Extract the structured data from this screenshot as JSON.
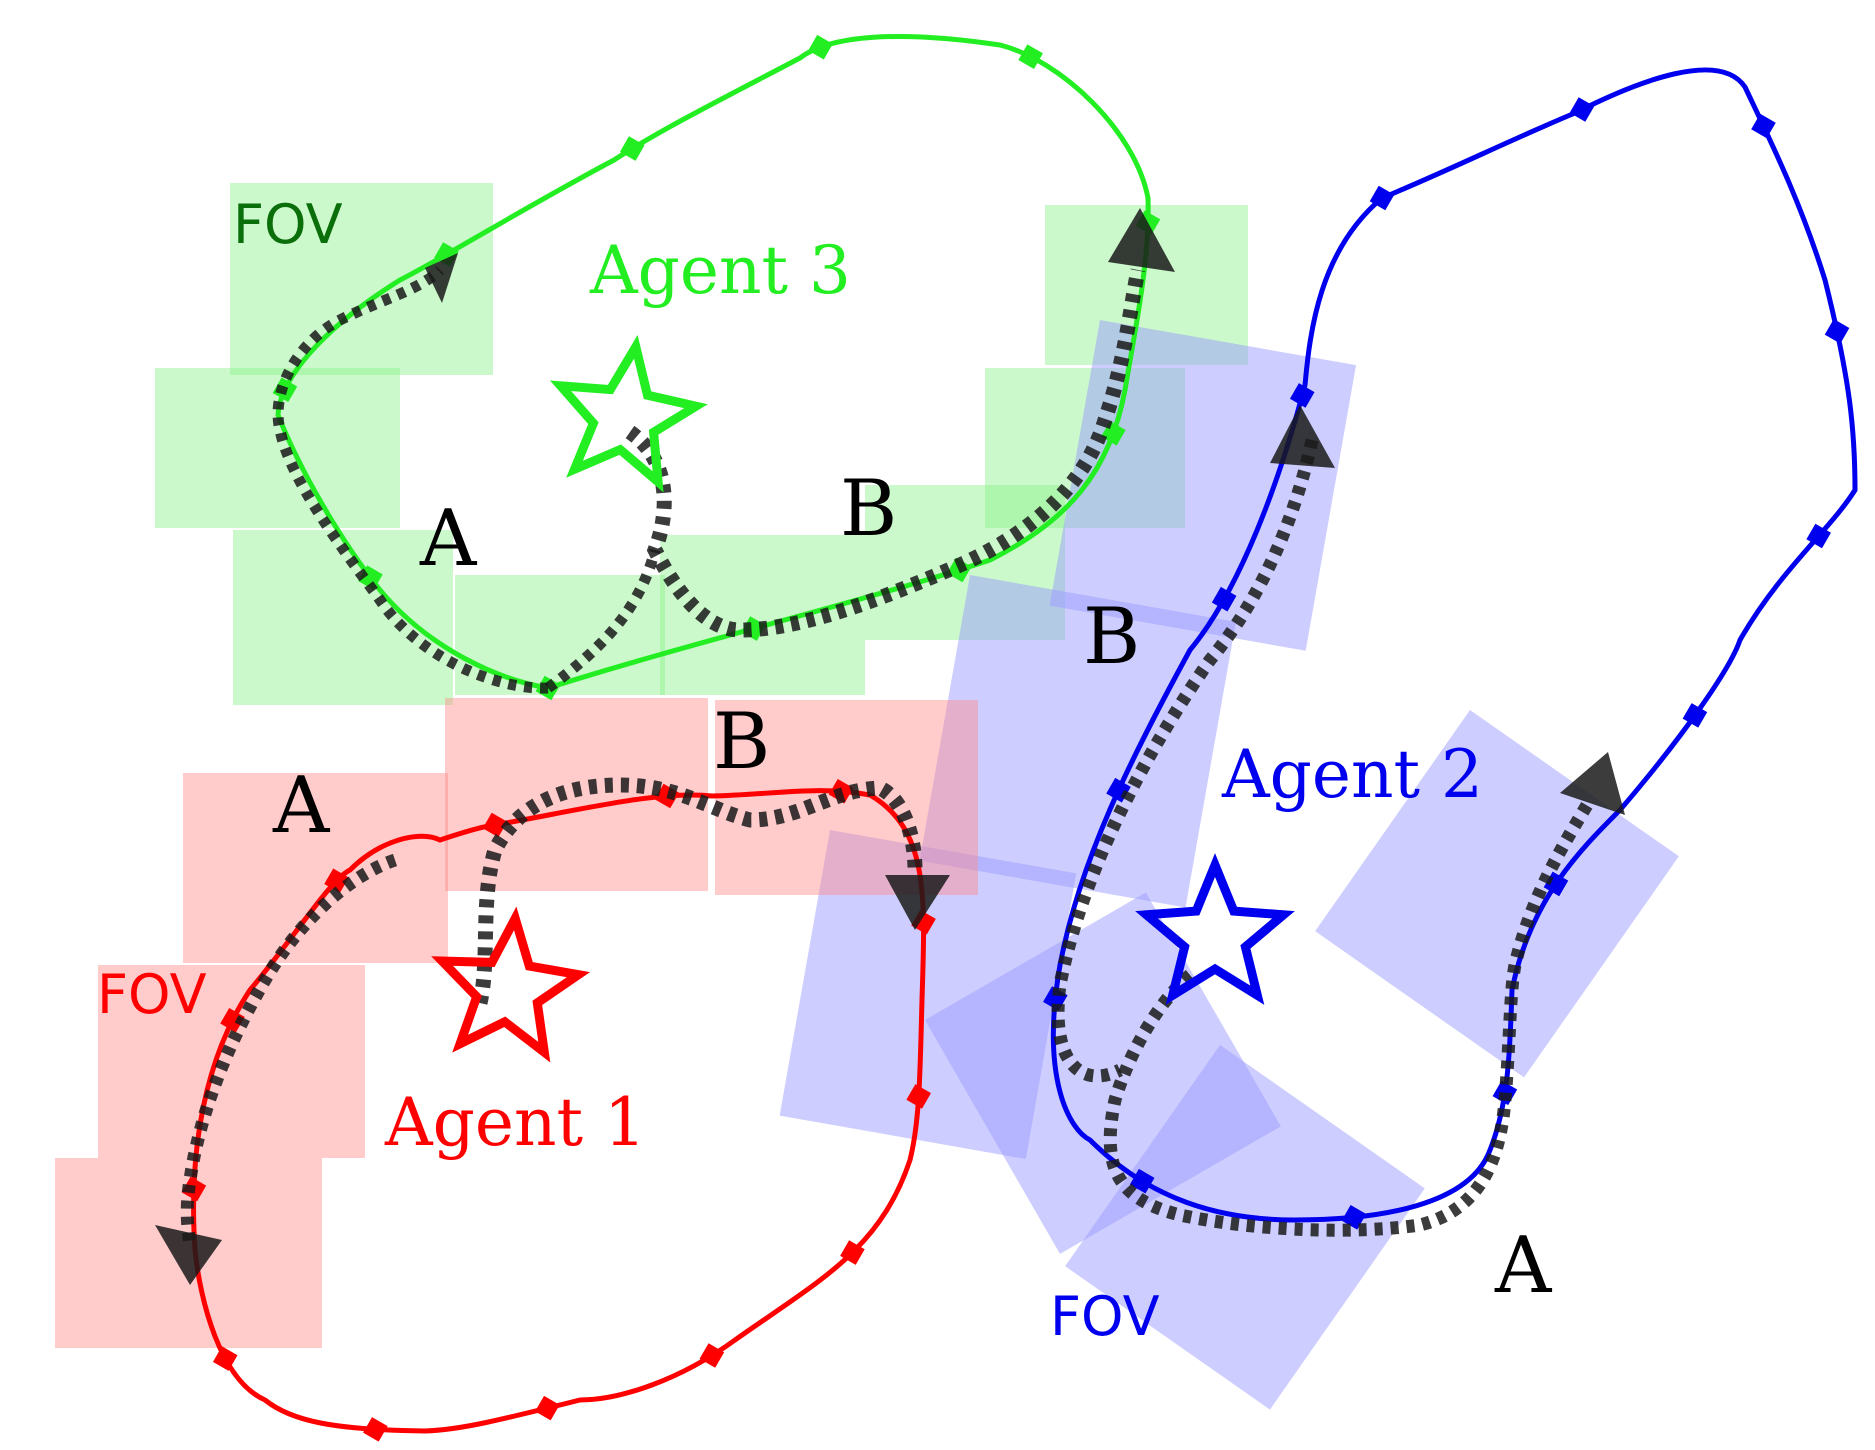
{
  "agents": [
    {
      "name": "Agent 1",
      "color": "#ff0000",
      "fov_color": "#ff8c8c",
      "fov_label": "FOV",
      "region_a": "A",
      "region_b": "B"
    },
    {
      "name": "Agent 2",
      "color": "#0000ee",
      "fov_color": "#9c9cff",
      "fov_label": "FOV",
      "region_a": "A",
      "region_b": "B"
    },
    {
      "name": "Agent 3",
      "color": "#22ee22",
      "fov_color": "#8cf28c",
      "fov_label": "FOV",
      "region_a": "A",
      "region_b": "B"
    }
  ],
  "path_color": "#1a1a1a",
  "icons": {
    "start": "star-icon",
    "direction": "arrowhead-icon",
    "waypoint": "square-waypoint-icon"
  }
}
